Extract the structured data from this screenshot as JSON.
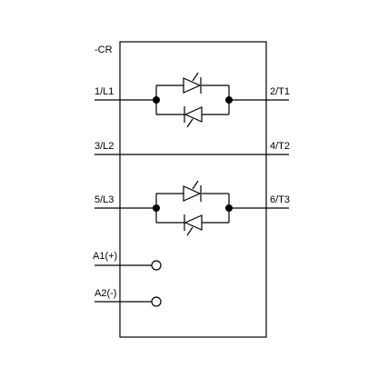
{
  "device": {
    "designation": "-CR"
  },
  "terminals": {
    "in_l1": "1/L1",
    "out_t1": "2/T1",
    "in_l2": "3/L2",
    "out_t2": "4/T2",
    "in_l3": "5/L3",
    "out_t3": "6/T3",
    "control_plus": "A1(+)",
    "control_minus": "A2(-)"
  },
  "colors": {
    "line": "#000000",
    "background": "#ffffff"
  }
}
